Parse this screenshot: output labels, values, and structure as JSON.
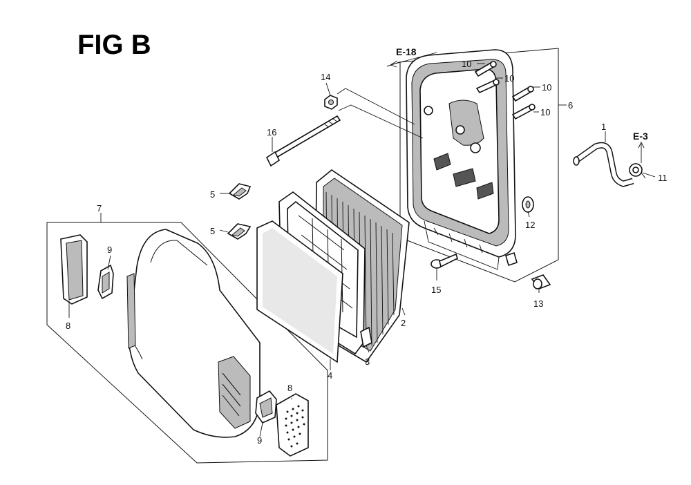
{
  "figure": {
    "title": "FIG B",
    "refs": {
      "e18": "E-18",
      "e3": "E-3"
    },
    "parts": {
      "p1": "1",
      "p2": "2",
      "p3": "3",
      "p4": "4",
      "p5": "5",
      "p6": "6",
      "p7": "7",
      "p8": "8",
      "p9": "9",
      "p10": "10",
      "p11": "11",
      "p12": "12",
      "p13": "13",
      "p14": "14",
      "p15": "15",
      "p16": "16"
    }
  }
}
